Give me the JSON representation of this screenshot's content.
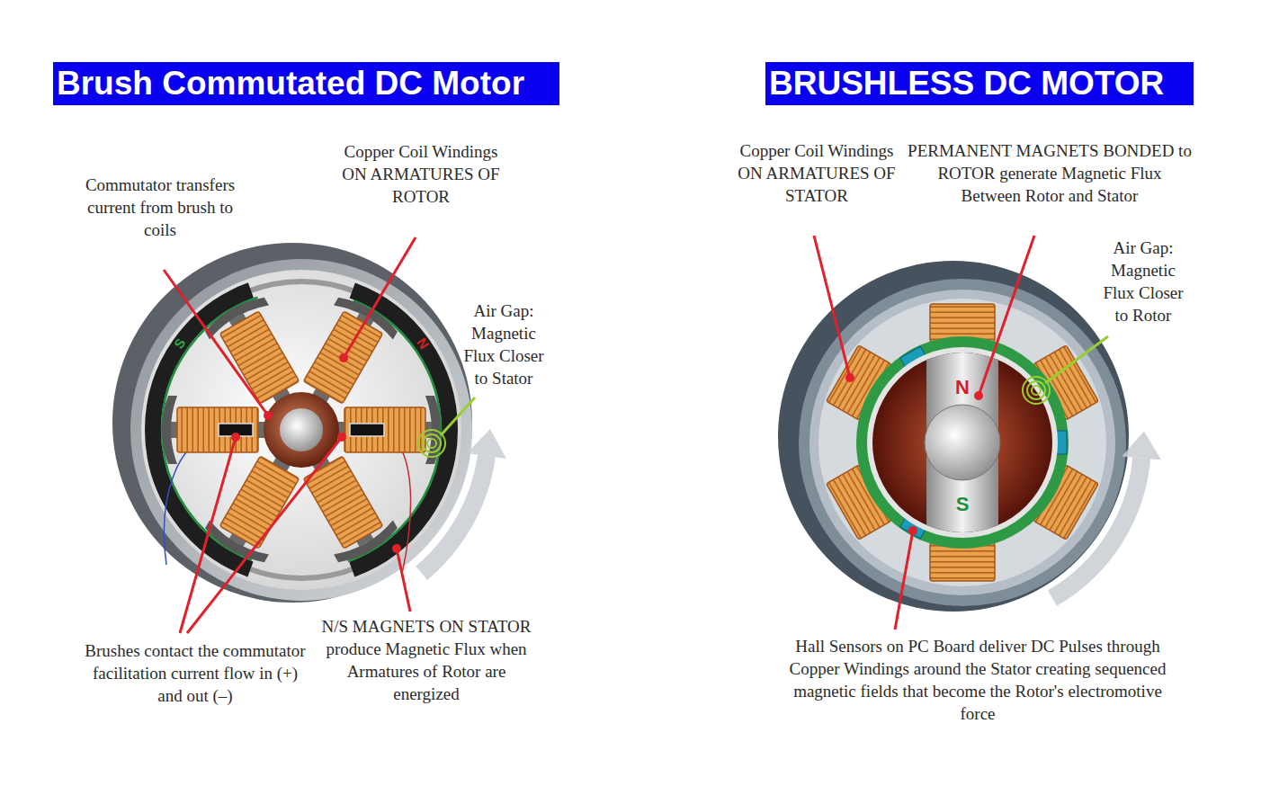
{
  "diagram": {
    "nodes": [
      {
        "text": [
          "Brush Commutated DC Motor"
        ]
      },
      {
        "text": [
          "BRUSHLESS DC MOTOR"
        ]
      }
    ],
    "labels": [
      "Commutator transfers current from brush to coils",
      "Copper Coil Windings ON ARMATURES OF ROTOR",
      "Air Gap: Magnetic Flux Closer to Stator",
      "Brushes contact the commutator facilitation current flow in (+) and out (–)",
      "N/S MAGNETS ON STATOR produce Magnetic Flux when Armatures of Rotor are energized",
      "S",
      "N",
      "Copper Coil Windings ON ARMATURES OF STATOR",
      "PERMANENT MAGNETS BONDED to ROTOR generate Magnetic Flux Between Rotor and Stator",
      "Air Gap: Magnetic Flux Closer to Rotor",
      "Hall Sensors on PC Board deliver DC Pulses through Copper Windings around the Stator creating sequenced magnetic fields that become the Rotor's electromotive force",
      "N",
      "S"
    ]
  }
}
